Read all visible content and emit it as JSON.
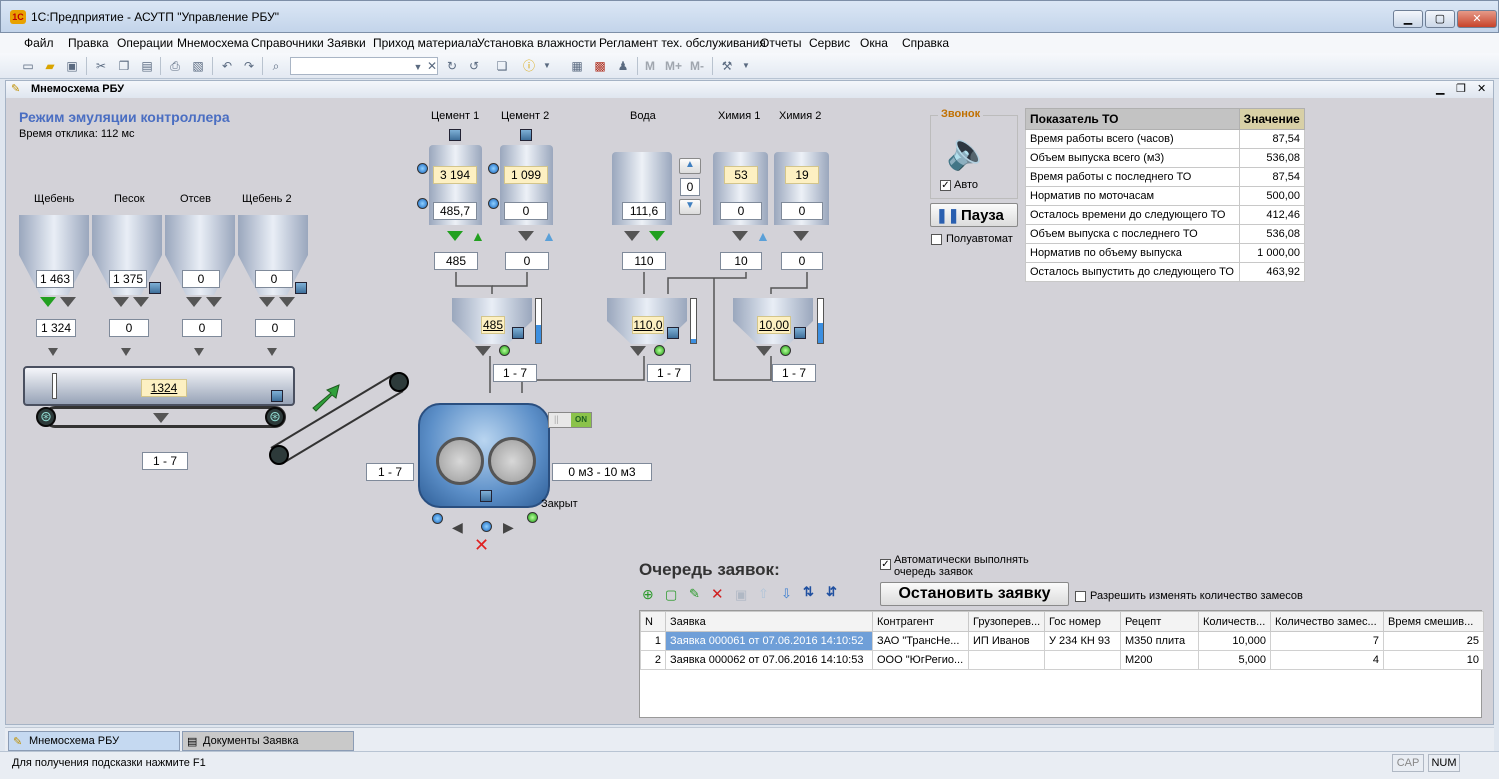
{
  "window": {
    "title": "1С:Предприятие - АСУТП \"Управление РБУ\"",
    "app_icon": "1c"
  },
  "menu": [
    "Файл",
    "Правка",
    "Операции",
    "Мнемосхема",
    "Справочники",
    "Заявки",
    "Приход материала",
    "Установка влажности",
    "Регламент тех. обслуживания",
    "Отчеты",
    "Сервис",
    "Окна",
    "Справка"
  ],
  "toolbar": {
    "m": "M",
    "mplus": "M+",
    "mminus": "M-"
  },
  "doc": {
    "title": "Мнемосхема РБУ"
  },
  "emulation": {
    "title": "Режим эмуляции контроллера",
    "response": "Время отклика: 112 мс"
  },
  "aggregates": [
    {
      "label": "Щебень",
      "value": "1 463",
      "dose": "1 324"
    },
    {
      "label": "Песок",
      "value": "1 375",
      "dose": "0"
    },
    {
      "label": "Отсев",
      "value": "0",
      "dose": "0"
    },
    {
      "label": "Щебень 2",
      "value": "0",
      "dose": "0"
    }
  ],
  "conveyor": {
    "value": "1324",
    "range": "1 - 7"
  },
  "cement": [
    {
      "label": "Цемент 1",
      "top": "3 194",
      "mid": "485,7",
      "dose": "485"
    },
    {
      "label": "Цемент 2",
      "top": "1 099",
      "mid": "0",
      "dose": "0"
    }
  ],
  "water": {
    "label": "Вода",
    "mid": "111,6",
    "dose": "110",
    "step": "0"
  },
  "chem": [
    {
      "label": "Химия 1",
      "top": "53",
      "mid": "0",
      "dose": "10"
    },
    {
      "label": "Химия 2",
      "top": "19",
      "mid": "0",
      "dose": "0"
    }
  ],
  "weighers": [
    {
      "value": "485",
      "range": "1 - 7"
    },
    {
      "value": "110,0",
      "range": "1 - 7"
    },
    {
      "value": "10,00",
      "range": "1 - 7"
    }
  ],
  "mixer": {
    "range_left": "1 - 7",
    "volume": "0 м3 - 10 м3",
    "state": "Закрыт",
    "switch_on": "ON",
    "switch_off": "||"
  },
  "bell": {
    "title": "Звонок",
    "auto": "Авто",
    "pause": "Пауза",
    "semi": "Полуавтомат"
  },
  "to": {
    "headers": [
      "Показатель ТО",
      "Значение"
    ],
    "rows": [
      [
        "Время работы всего (часов)",
        "87,54"
      ],
      [
        "Объем выпуска всего (м3)",
        "536,08"
      ],
      [
        "Время работы с последнего ТО",
        "87,54"
      ],
      [
        "Норматив по моточасам",
        "500,00"
      ],
      [
        "Осталось времени до следующего ТО",
        "412,46"
      ],
      [
        "Объем выпуска с последнего ТО",
        "536,08"
      ],
      [
        "Норматив по объему выпуска",
        "1 000,00"
      ],
      [
        "Осталось выпустить до следующего ТО",
        "463,92"
      ]
    ]
  },
  "queue": {
    "title": "Очередь заявок:",
    "auto_exec": "Автоматически выполнять очередь заявок",
    "stop": "Остановить заявку",
    "allow_change": "Разрешить изменять количество замесов",
    "headers": [
      "N",
      "Заявка",
      "Контрагент",
      "Грузоперев...",
      "Гос номер",
      "Рецепт",
      "Количеств...",
      "Количество замес...",
      "Время смешив..."
    ],
    "rows": [
      [
        "1",
        "Заявка 000061 от 07.06.2016 14:10:52",
        "ЗАО \"ТрансНе...",
        "ИП Иванов",
        "У 234 КН 93",
        "М350 плита",
        "10,000",
        "7",
        "25"
      ],
      [
        "2",
        "Заявка 000062 от 07.06.2016 14:10:53",
        "ООО \"ЮгРегио...",
        "",
        "",
        "М200",
        "5,000",
        "4",
        "10"
      ]
    ]
  },
  "tasks": [
    "Мнемосхема РБУ",
    "Документы Заявка"
  ],
  "status": {
    "hint": "Для получения подсказки нажмите F1",
    "cap": "CAP",
    "num": "NUM"
  }
}
